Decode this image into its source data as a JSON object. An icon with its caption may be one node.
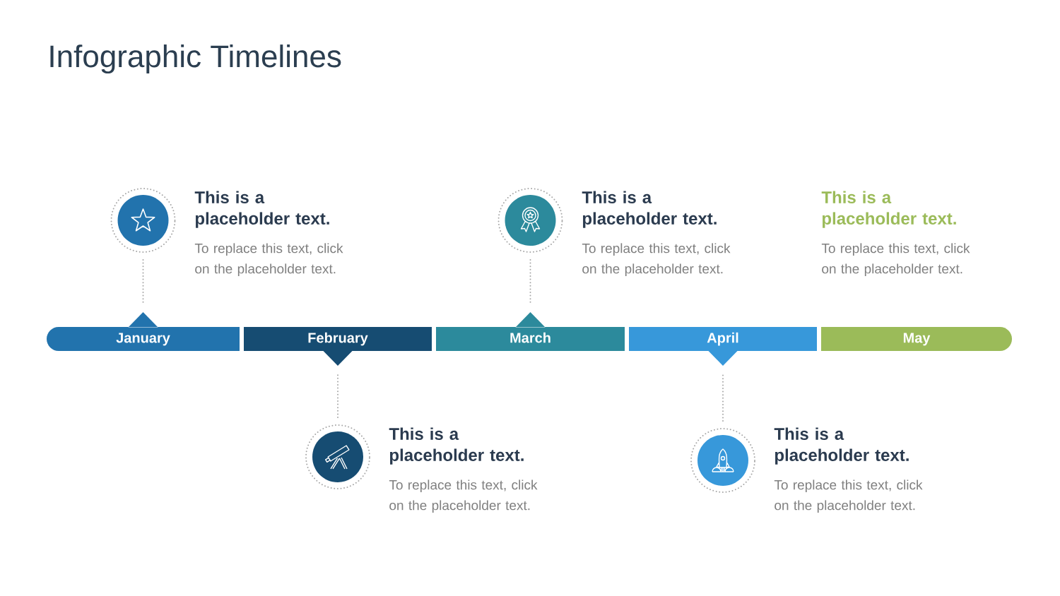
{
  "diagram": {
    "title": "Infographic Timelines",
    "nodes": [
      {
        "text": [],
        "shape": "circle",
        "beside": [
          "This is a placeholder text.",
          "To replace this text, click on the placeholder text."
        ]
      },
      {
        "text": [],
        "shape": "circle",
        "beside": [
          "This is a placeholder text.",
          "To replace this text, click on the placeholder text."
        ]
      },
      {
        "text": [
          "January"
        ]
      },
      {
        "text": [
          "February"
        ]
      },
      {
        "text": [
          "March"
        ]
      },
      {
        "text": [
          "April"
        ]
      },
      {
        "text": [
          "May"
        ],
        "beside": [
          "This is a placeholder text.",
          "To replace this text, click on the placeholder text."
        ]
      },
      {
        "text": [],
        "shape": "circle",
        "beside": [
          "This is a placeholder text.",
          "To replace this text, click on the placeholder text."
        ]
      },
      {
        "text": [],
        "shape": "circle",
        "beside": [
          "This is a placeholder text.",
          "To replace this text, click on the placeholder text."
        ]
      }
    ],
    "edges": [
      {
        "from": 0,
        "to": 2,
        "arrow": "none",
        "style": "dashed"
      },
      {
        "from": 1,
        "to": 4,
        "arrow": "none",
        "style": "dashed"
      },
      {
        "from": 7,
        "to": 3,
        "arrow": "none",
        "style": "dashed"
      },
      {
        "from": 8,
        "to": 5,
        "arrow": "none",
        "style": "dashed"
      }
    ]
  }
}
